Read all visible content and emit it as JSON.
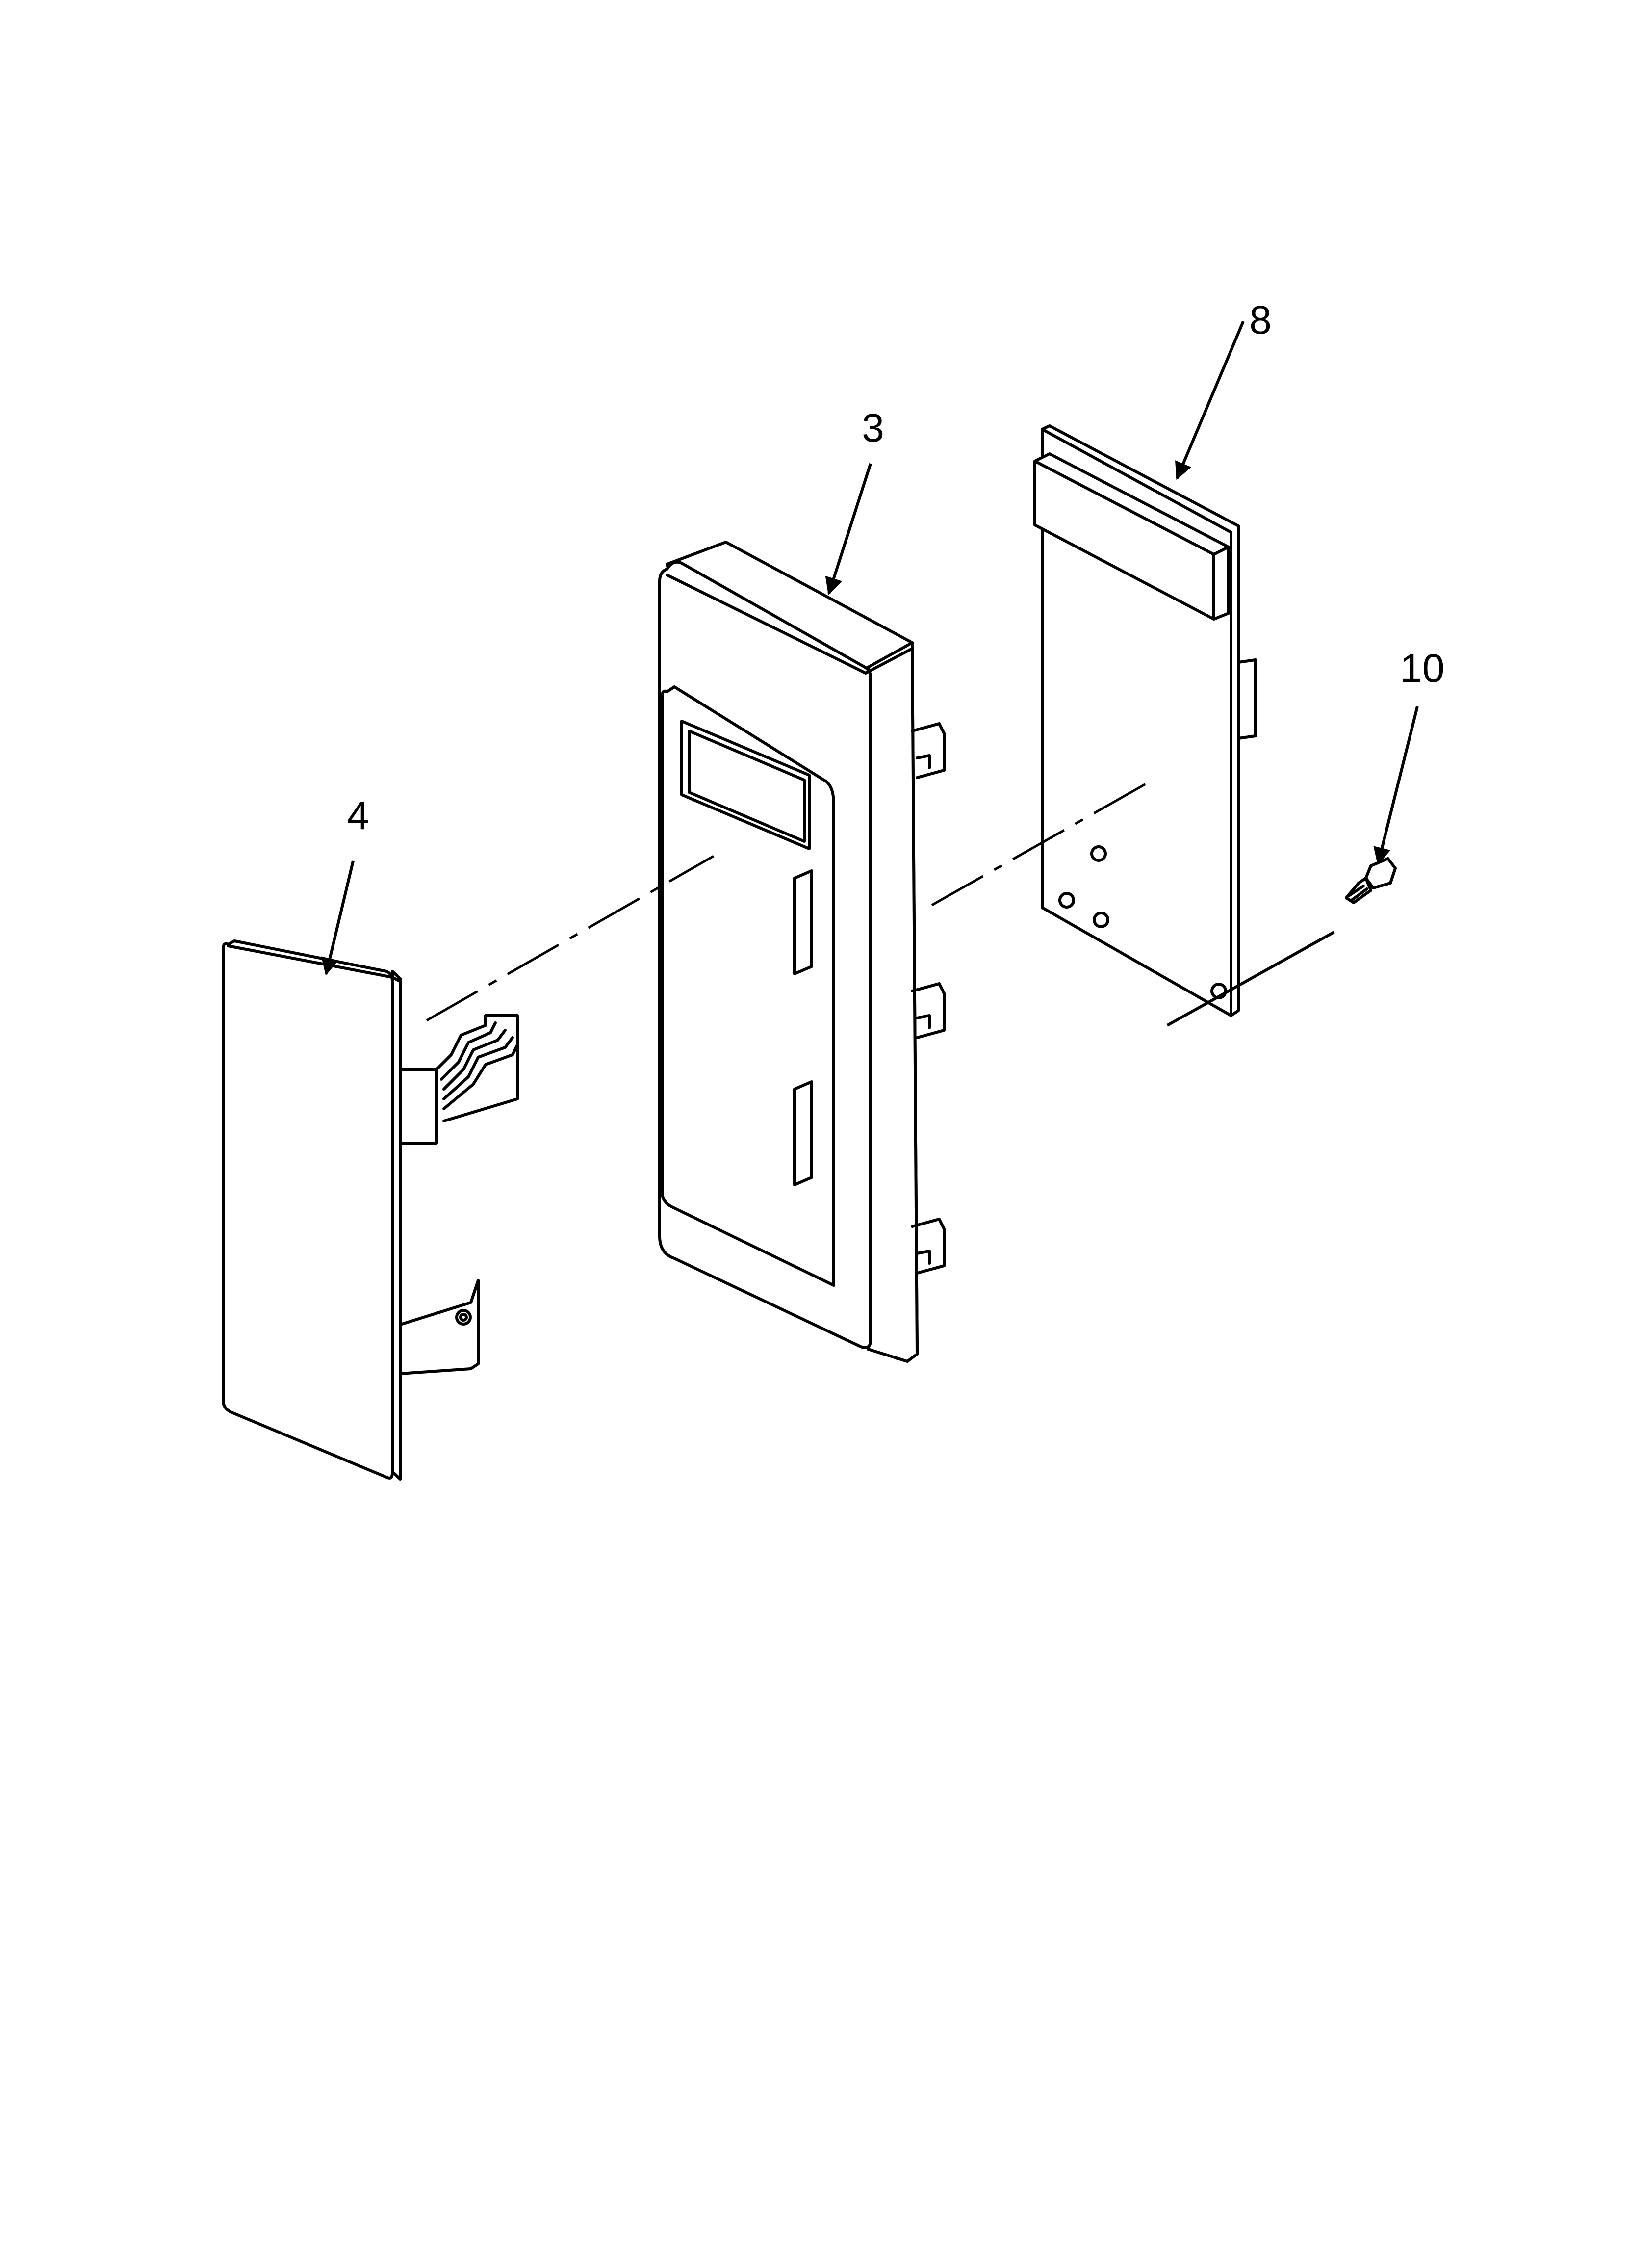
{
  "diagram": {
    "callouts": [
      {
        "id": "3",
        "label": "3"
      },
      {
        "id": "4",
        "label": "4"
      },
      {
        "id": "8",
        "label": "8"
      },
      {
        "id": "10",
        "label": "10"
      }
    ],
    "colors": {
      "line": "#000000",
      "background": "#ffffff"
    }
  }
}
